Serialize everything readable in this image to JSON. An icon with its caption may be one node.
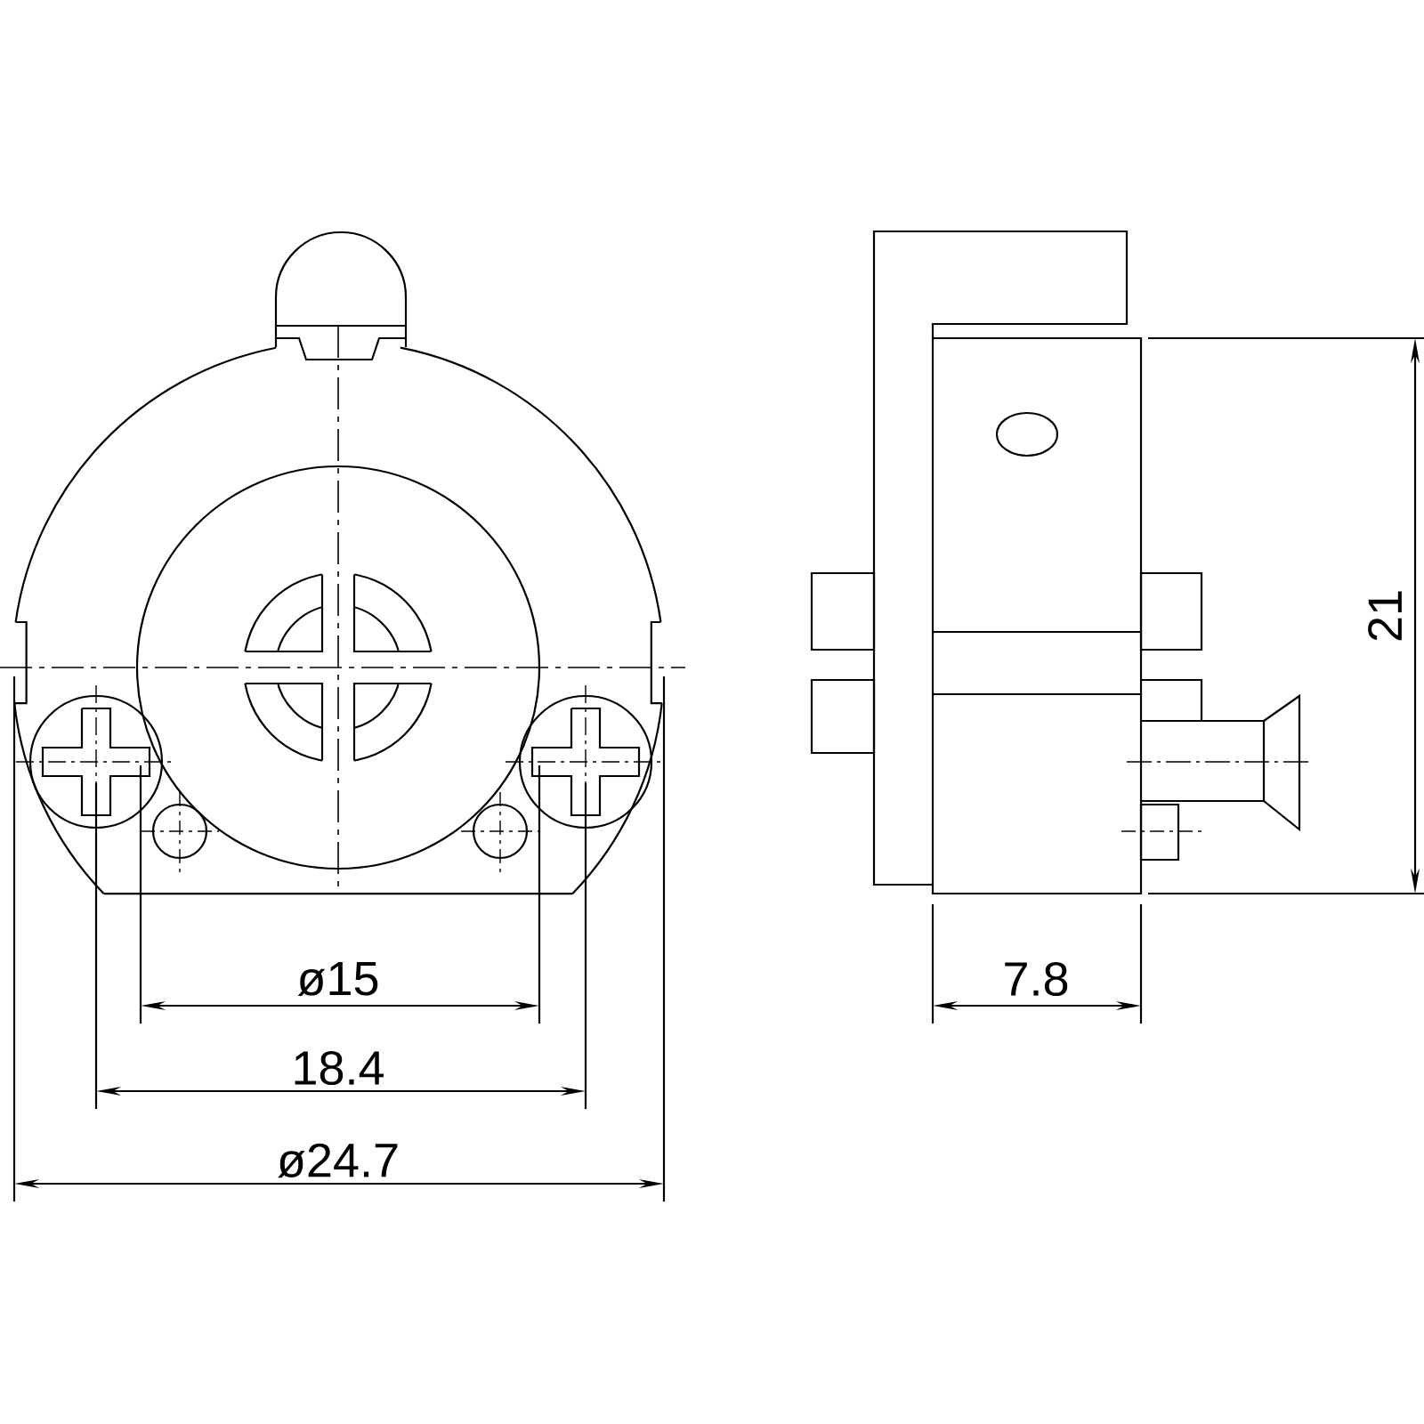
{
  "diagram": {
    "labels": [
      "ø15",
      "18.4",
      "ø24.7",
      "21",
      "7.8"
    ]
  }
}
